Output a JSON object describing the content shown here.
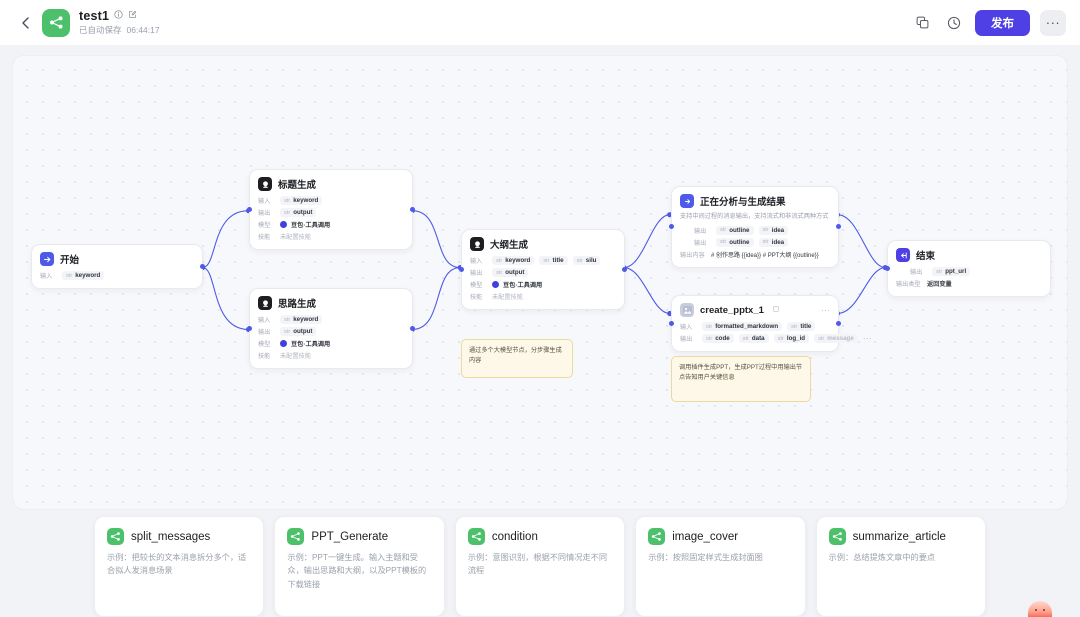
{
  "header": {
    "back_icon": "chevron-left-icon",
    "app_icon": "workflow-icon",
    "title": "test1",
    "info_icon": "info-circle-icon",
    "edit_icon": "edit-square-icon",
    "autosave_text": "已自动保存",
    "autosave_time": "06:44:17",
    "copy_icon": "duplicate-icon",
    "history_icon": "clock-history-icon",
    "publish_label": "发布",
    "more_label": "···",
    "accent_color": "#4e40e5",
    "brand_green": "#4cc06a"
  },
  "canvas": {
    "nodes": [
      {
        "id": "start",
        "icon": "start-node-icon",
        "title": "开始",
        "rows": [
          {
            "label": "输入",
            "tags": [
              {
                "type": "str",
                "name": "keyword"
              }
            ]
          }
        ]
      },
      {
        "id": "title_gen",
        "icon": "llm-node-icon",
        "title": "标题生成",
        "rows": [
          {
            "label": "输入",
            "tags": [
              {
                "type": "str",
                "name": "keyword"
              }
            ]
          },
          {
            "label": "输出",
            "tags": [
              {
                "type": "str",
                "name": "output"
              }
            ]
          },
          {
            "label": "模型",
            "model": "豆包·工具调用",
            "model_color": "#4040e0"
          },
          {
            "label": "技能",
            "plain": "未配置技能"
          }
        ]
      },
      {
        "id": "idea_gen",
        "icon": "llm-node-icon",
        "title": "思路生成",
        "rows": [
          {
            "label": "输入",
            "tags": [
              {
                "type": "str",
                "name": "keyword"
              }
            ]
          },
          {
            "label": "输出",
            "tags": [
              {
                "type": "str",
                "name": "output"
              }
            ]
          },
          {
            "label": "模型",
            "model": "豆包·工具调用",
            "model_color": "#4040e0"
          },
          {
            "label": "技能",
            "plain": "未配置技能"
          }
        ]
      },
      {
        "id": "outline_gen",
        "icon": "llm-node-icon",
        "title": "大纲生成",
        "rows": [
          {
            "label": "输入",
            "tags": [
              {
                "type": "str",
                "name": "keyword"
              },
              {
                "type": "str",
                "name": "title"
              },
              {
                "type": "str",
                "name": "silu"
              }
            ]
          },
          {
            "label": "输出",
            "tags": [
              {
                "type": "str",
                "name": "output"
              }
            ]
          },
          {
            "label": "模型",
            "model": "豆包·工具调用",
            "model_color": "#4040e0"
          },
          {
            "label": "技能",
            "plain": "未配置技能"
          }
        ]
      },
      {
        "id": "output_node",
        "icon": "output-node-icon",
        "title": "正在分析与生成结果",
        "subtitle": "支持中间过程的消息输出，支持流式和非流式两种方式",
        "rows": [
          {
            "label": "输出",
            "tags": [
              {
                "type": "str",
                "name": "outline"
              },
              {
                "type": "str",
                "name": "idea"
              }
            ]
          },
          {
            "label": "输出",
            "tags": [
              {
                "type": "str",
                "name": "outline"
              },
              {
                "type": "str",
                "name": "idea"
              }
            ]
          },
          {
            "label": "输出内容",
            "content": "# 创作思路 {{idea}} # PPT大纲 {{outline}}"
          }
        ]
      },
      {
        "id": "create_pptx",
        "icon": "plugin-node-icon",
        "title": "create_pptx_1",
        "badge_icon": "plugin-badge-icon",
        "more_label": "···",
        "rows": [
          {
            "label": "输入",
            "tags": [
              {
                "type": "str",
                "name": "formatted_markdown"
              },
              {
                "type": "str",
                "name": "title"
              }
            ]
          },
          {
            "label": "输出",
            "tags": [
              {
                "type": "str",
                "name": "code"
              },
              {
                "type": "str",
                "name": "data"
              },
              {
                "type": "str",
                "name": "log_id"
              },
              {
                "type": "str",
                "name": "message",
                "muted": true
              }
            ],
            "overflow": "···"
          }
        ]
      },
      {
        "id": "end",
        "icon": "end-node-icon",
        "title": "结束",
        "rows": [
          {
            "label": "输出",
            "tags": [
              {
                "type": "str",
                "name": "ppt_url"
              }
            ]
          },
          {
            "label": "输出类型",
            "plain_dark": "返回变量"
          }
        ]
      }
    ],
    "notes": [
      {
        "id": "note-llm",
        "text": "通过多个大模型节点，分步骤生成内容"
      },
      {
        "id": "note-plugin",
        "text": "调用插件生成PPT，生成PPT过程中用输出节点告知用户关键信息"
      }
    ]
  },
  "cards": [
    {
      "icon": "workflow-icon",
      "title": "split_messages",
      "desc": "示例：把较长的文本消息拆分多个，适合拟人发消息场景"
    },
    {
      "icon": "workflow-icon",
      "title": "PPT_Generate",
      "desc": "示例：PPT一键生成。输入主题和受众，输出思路和大纲，以及PPT模板的下载链接"
    },
    {
      "icon": "workflow-icon",
      "title": "condition",
      "desc": "示例：意图识别，根据不同情况走不同流程"
    },
    {
      "icon": "workflow-icon",
      "title": "image_cover",
      "desc": "示例：按照固定样式生成封面图"
    },
    {
      "icon": "workflow-icon",
      "title": "summarize_article",
      "desc": "示例：总结提炼文章中的要点"
    }
  ],
  "mascot": {
    "icon": "mascot-icon"
  }
}
